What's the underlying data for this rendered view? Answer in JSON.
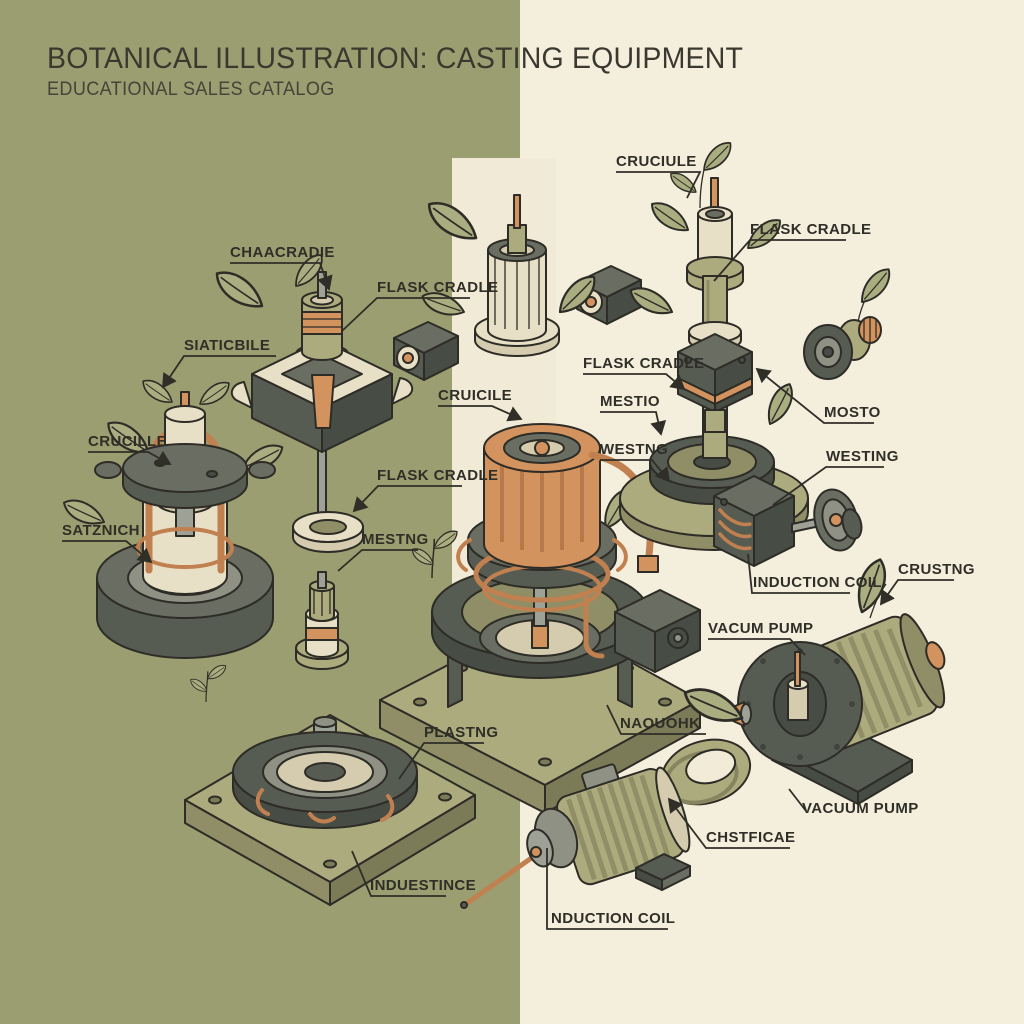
{
  "header": {
    "title": "BOTANICAL ILLUSTRATION: CASTING EQUIPMENT",
    "subtitle": "EDUCATIONAL SALES CATALOG"
  },
  "palette": {
    "left_background": "#9a9e70",
    "right_background": "#f4eedd",
    "outline": "#2e2c26",
    "dark_metal": "#575c53",
    "olive_part": "#acab7e",
    "cream_part": "#e8e0c6",
    "copper": "#d3935f",
    "leaf": "#a9ad80",
    "text": "#2f2e27"
  },
  "labels": [
    {
      "id": "cruciule-top",
      "text": "CRUCIULE"
    },
    {
      "id": "flask-cradle-top-right",
      "text": "FLASK CRADLE"
    },
    {
      "id": "chaacradie",
      "text": "CHAACRADIE"
    },
    {
      "id": "flask-cradle-left",
      "text": "FLASK CRADLE"
    },
    {
      "id": "siaticbile",
      "text": "SIATICBILE"
    },
    {
      "id": "crucille",
      "text": "CRUCILLE"
    },
    {
      "id": "satznich",
      "text": "SATZNICH"
    },
    {
      "id": "cruicile",
      "text": "CRUICILE"
    },
    {
      "id": "flask-cradle-mid-left",
      "text": "FLASK CRADLE"
    },
    {
      "id": "mestng",
      "text": "MESTNG"
    },
    {
      "id": "flask-cradle-center",
      "text": "FLASK CRADLE"
    },
    {
      "id": "mestio",
      "text": "MESTIO"
    },
    {
      "id": "westng",
      "text": "WESTNG"
    },
    {
      "id": "mosto",
      "text": "MOSTO"
    },
    {
      "id": "westing",
      "text": "WESTING"
    },
    {
      "id": "induction-coil-right",
      "text": "INDUCTION COIL"
    },
    {
      "id": "crustng",
      "text": "CRUSTNG"
    },
    {
      "id": "vacum-pump",
      "text": "VACUM PUMP"
    },
    {
      "id": "naouohk",
      "text": "NAOUOHK"
    },
    {
      "id": "plastng",
      "text": "PLASTNG"
    },
    {
      "id": "vacuum-pump-bottom",
      "text": "VACUUM PUMP"
    },
    {
      "id": "chstficae",
      "text": "CHSTFICAE"
    },
    {
      "id": "induestince",
      "text": "INDUESTINCE"
    },
    {
      "id": "nduction-coil-bottom",
      "text": "NDUCTION COIL"
    }
  ]
}
